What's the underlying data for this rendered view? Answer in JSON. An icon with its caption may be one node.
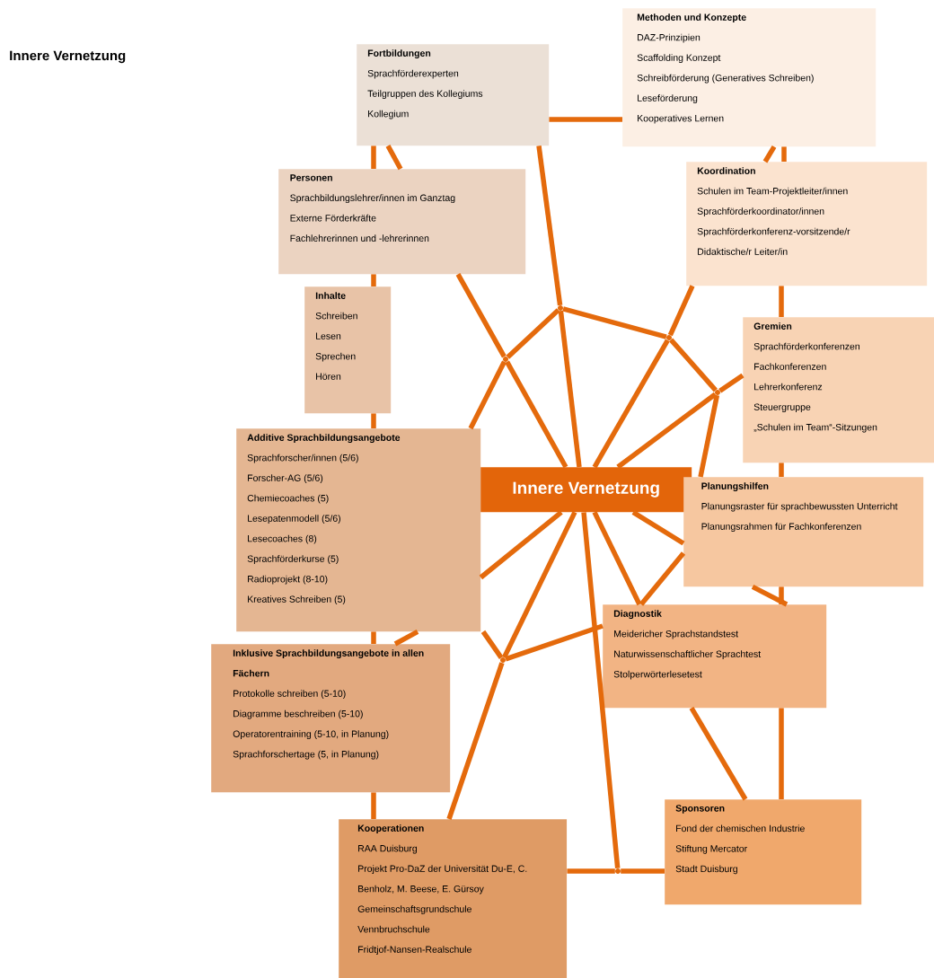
{
  "diagram": {
    "title": "Innere Vernetzung",
    "nodes": [
      {
        "text": [
          "Methoden und Konzepte",
          "DAZ-Prinzipien",
          "Scaffolding Konzept",
          "Schreibförderung (Generatives Schreiben)",
          "Leseförderung",
          "Kooperatives Lernen"
        ]
      },
      {
        "text": [
          "Fortbildungen",
          "Sprachförderexperten",
          "Teilgruppen des Kollegiums",
          "Kollegium"
        ]
      },
      {
        "text": [
          "Koordination",
          "Schulen im Team-Projektleiter/innen",
          "Sprachförderkoordinator/innen",
          "Sprachförderkonferenz-vorsitzende/r",
          "Didaktische/r Leiter/in"
        ]
      },
      {
        "text": [
          "Personen",
          "Sprachbildungslehrer/innen im Ganztag",
          "Externe Förderkräfte",
          "Fachlehrerinnen und -lehrerinnen"
        ]
      },
      {
        "text": [
          "Inhalte",
          "Schreiben",
          "Lesen",
          "Sprechen",
          "Hören"
        ]
      },
      {
        "text": [
          "Gremien",
          "Sprachförderkonferenzen",
          "Fachkonferenzen",
          "Lehrerkonferenz",
          "Steuergruppe",
          "„Schulen im Team“-Sitzungen"
        ]
      },
      {
        "text": [
          "Additive Sprachbildungsangebote",
          "Sprachforscher/innen (5/6)",
          "Forscher-AG (5/6)",
          "Chemiecoaches (5)",
          "Lesepatenmodell (5/6)",
          "Lesecoaches (8)",
          "Sprachförderkurse (5)",
          "Radioprojekt (8-10)",
          "Kreatives Schreiben (5)"
        ]
      },
      {
        "text": [
          "Innere Vernetzung"
        ]
      },
      {
        "text": [
          "Planungshilfen",
          "Planungsraster für sprachbewussten Unterricht",
          "Planungsrahmen für Fachkonferenzen"
        ]
      },
      {
        "text": [
          "Diagnostik",
          "Meidericher Sprachstandstest",
          "Naturwissenschaftlicher Sprachtest",
          "Stolperwörterlesetest"
        ]
      },
      {
        "text": [
          "Inklusive Sprachbildungsangebote in allen Fächern",
          "Protokolle schreiben (5-10)",
          "Diagramme beschreiben (5-10)",
          "Operatorentraining (5-10, in Planung)",
          "Sprachforschertage (5, in Planung)"
        ]
      },
      {
        "text": [
          "Sponsoren",
          "Fond der chemischen Industrie",
          "Stiftung Mercator",
          "Stadt Duisburg"
        ]
      },
      {
        "text": [
          "Kooperationen",
          "RAA Duisburg",
          "Projekt Pro-DaZ der Universität Du-E, C. Benholz, M. Beese, E. Gürsoy",
          "Gemeinschaftsgrundschule",
          "Vennbruchschule",
          "Fridtjof-Nansen-Realschule"
        ]
      },
      {
        "text": [],
        "shape": "circle"
      },
      {
        "text": [],
        "shape": "circle"
      },
      {
        "text": [],
        "shape": "circle"
      },
      {
        "text": [],
        "shape": "circle"
      },
      {
        "text": [],
        "shape": "circle"
      },
      {
        "text": [],
        "shape": "circle"
      }
    ],
    "edges": [
      {
        "from": 1,
        "to": 0,
        "arrow": "none"
      },
      {
        "from": 1,
        "to": 3,
        "arrow": "none"
      },
      {
        "from": 1,
        "to": 3,
        "arrow": "none"
      },
      {
        "from": 1,
        "to": 13,
        "arrow": "none"
      },
      {
        "from": 0,
        "to": 2,
        "arrow": "none"
      },
      {
        "from": 0,
        "to": 2,
        "arrow": "none"
      },
      {
        "from": 2,
        "to": 14,
        "arrow": "none"
      },
      {
        "from": 2,
        "to": 5,
        "arrow": "none"
      },
      {
        "from": 3,
        "to": 4,
        "arrow": "none"
      },
      {
        "from": 3,
        "to": 15,
        "arrow": "none"
      },
      {
        "from": 4,
        "to": 6,
        "arrow": "none"
      },
      {
        "from": 13,
        "to": 14,
        "arrow": "none"
      },
      {
        "from": 13,
        "to": 15,
        "arrow": "none"
      },
      {
        "from": 13,
        "to": 7,
        "arrow": "none"
      },
      {
        "from": 14,
        "to": 16,
        "arrow": "none"
      },
      {
        "from": 14,
        "to": 7,
        "arrow": "none"
      },
      {
        "from": 15,
        "to": 6,
        "arrow": "none"
      },
      {
        "from": 15,
        "to": 7,
        "arrow": "none"
      },
      {
        "from": 16,
        "to": 5,
        "arrow": "none"
      },
      {
        "from": 16,
        "to": 7,
        "arrow": "none"
      },
      {
        "from": 16,
        "to": 8,
        "arrow": "none"
      },
      {
        "from": 5,
        "to": 8,
        "arrow": "none"
      },
      {
        "from": 6,
        "to": 10,
        "arrow": "none"
      },
      {
        "from": 6,
        "to": 10,
        "arrow": "none"
      },
      {
        "from": 7,
        "to": 6,
        "arrow": "none"
      },
      {
        "from": 7,
        "to": 8,
        "arrow": "none"
      },
      {
        "from": 7,
        "to": 9,
        "arrow": "none"
      },
      {
        "from": 8,
        "to": 9,
        "arrow": "none"
      },
      {
        "from": 8,
        "to": 9,
        "arrow": "none"
      },
      {
        "from": 8,
        "to": 9,
        "arrow": "none"
      },
      {
        "from": 7,
        "to": 17,
        "arrow": "none"
      },
      {
        "from": 17,
        "to": 6,
        "arrow": "none"
      },
      {
        "from": 17,
        "to": 9,
        "arrow": "none"
      },
      {
        "from": 17,
        "to": 12,
        "arrow": "none"
      },
      {
        "from": 7,
        "to": 18,
        "arrow": "none"
      },
      {
        "from": 12,
        "to": 18,
        "arrow": "none"
      },
      {
        "from": 18,
        "to": 11,
        "arrow": "none"
      },
      {
        "from": 10,
        "to": 12,
        "arrow": "none"
      },
      {
        "from": 9,
        "to": 11,
        "arrow": "none"
      },
      {
        "from": 9,
        "to": 11,
        "arrow": "none"
      }
    ]
  }
}
